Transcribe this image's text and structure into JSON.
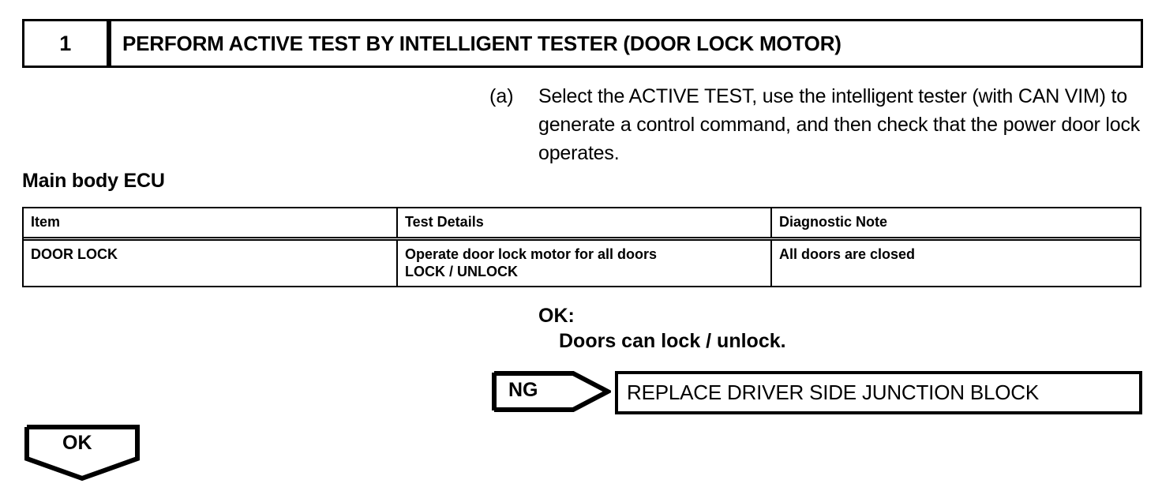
{
  "step": {
    "number": "1",
    "title": "PERFORM ACTIVE TEST BY INTELLIGENT TESTER (DOOR LOCK MOTOR)"
  },
  "procedure": {
    "marker": "(a)",
    "text": "Select the ACTIVE TEST, use the intelligent tester (with CAN VIM) to generate a control command, and then check that the power door lock operates."
  },
  "section": {
    "label": "Main body ECU"
  },
  "table": {
    "headers": [
      "Item",
      "Test Details",
      "Diagnostic Note"
    ],
    "rows": [
      {
        "item": "DOOR LOCK",
        "test_details_line1": "Operate door lock motor for all doors",
        "test_details_line2": "LOCK / UNLOCK",
        "diagnostic_note": "All doors are closed"
      }
    ]
  },
  "result": {
    "ok_label": "OK:",
    "ok_text": "Doors can lock / unlock."
  },
  "flow": {
    "ng_label": "NG",
    "ng_action": "REPLACE DRIVER SIDE JUNCTION BLOCK",
    "ok_label": "OK"
  },
  "colors": {
    "ink": "#000000",
    "paper": "#ffffff"
  }
}
